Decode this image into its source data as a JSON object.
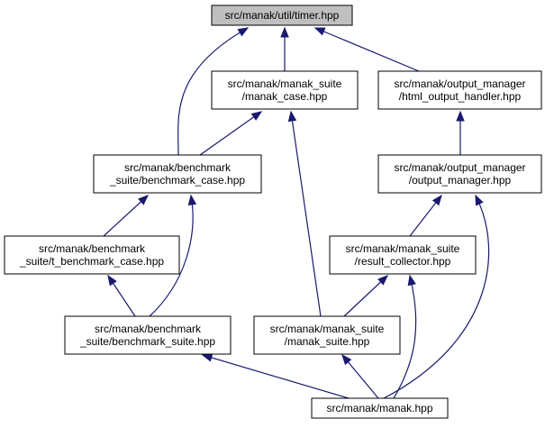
{
  "graph": {
    "nodes": [
      {
        "id": "timer",
        "lines": [
          "src/manak/util/timer.hpp"
        ],
        "highlight": true
      },
      {
        "id": "manak_case",
        "lines": [
          "src/manak/manak_suite",
          "/manak_case.hpp"
        ]
      },
      {
        "id": "html_output_handler",
        "lines": [
          "src/manak/output_manager",
          "/html_output_handler.hpp"
        ]
      },
      {
        "id": "benchmark_case",
        "lines": [
          "src/manak/benchmark",
          "_suite/benchmark_case.hpp"
        ]
      },
      {
        "id": "output_manager",
        "lines": [
          "src/manak/output_manager",
          "/output_manager.hpp"
        ]
      },
      {
        "id": "t_benchmark_case",
        "lines": [
          "src/manak/benchmark",
          "_suite/t_benchmark_case.hpp"
        ]
      },
      {
        "id": "result_collector",
        "lines": [
          "src/manak/manak_suite",
          "/result_collector.hpp"
        ]
      },
      {
        "id": "benchmark_suite",
        "lines": [
          "src/manak/benchmark",
          "_suite/benchmark_suite.hpp"
        ]
      },
      {
        "id": "manak_suite",
        "lines": [
          "src/manak/manak_suite",
          "/manak_suite.hpp"
        ]
      },
      {
        "id": "manak",
        "lines": [
          "src/manak/manak.hpp"
        ]
      }
    ],
    "edges": [
      {
        "from": "manak_case",
        "to": "timer"
      },
      {
        "from": "benchmark_case",
        "to": "timer"
      },
      {
        "from": "html_output_handler",
        "to": "timer"
      },
      {
        "from": "benchmark_case",
        "to": "manak_case"
      },
      {
        "from": "manak_suite",
        "to": "manak_case"
      },
      {
        "from": "output_manager",
        "to": "html_output_handler"
      },
      {
        "from": "t_benchmark_case",
        "to": "benchmark_case"
      },
      {
        "from": "benchmark_suite",
        "to": "benchmark_case"
      },
      {
        "from": "result_collector",
        "to": "output_manager"
      },
      {
        "from": "manak",
        "to": "output_manager"
      },
      {
        "from": "benchmark_suite",
        "to": "t_benchmark_case"
      },
      {
        "from": "manak_suite",
        "to": "result_collector"
      },
      {
        "from": "manak",
        "to": "result_collector"
      },
      {
        "from": "manak",
        "to": "benchmark_suite"
      },
      {
        "from": "manak",
        "to": "manak_suite"
      }
    ]
  },
  "colors": {
    "edge": "#191970",
    "node_border": "#000000",
    "node_fill": "#ffffff",
    "highlight_fill": "#bfbfbf"
  }
}
